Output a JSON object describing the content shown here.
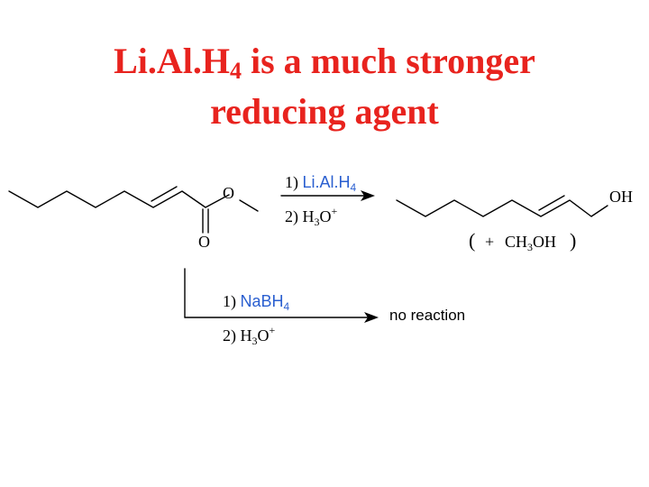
{
  "title": {
    "line1_part1": "Li.Al.H",
    "line1_sub": "4",
    "line1_part2": " is a much stronger",
    "line2": "reducing agent"
  },
  "reaction1": {
    "step1_prefix": "1) ",
    "step1_reagent": "Li.Al.H",
    "step1_sub": "4",
    "step2_text": "2) H",
    "step2_sub": "3",
    "step2_o": "O",
    "step2_sup": "+",
    "reactant_ester_o": "O",
    "reactant_carbonyl_o": "O",
    "product_oh": "OH",
    "byproduct_open": "(",
    "byproduct_plus": "+",
    "byproduct_ch": "CH",
    "byproduct_sub": "3",
    "byproduct_oh": "OH",
    "byproduct_close": ")"
  },
  "reaction2": {
    "step1_prefix": "1) ",
    "step1_reagent": "NaBH",
    "step1_sub": "4",
    "step2_text": "2) H",
    "step2_sub": "3",
    "step2_o": "O",
    "step2_sup": "+",
    "result": "no reaction"
  },
  "colors": {
    "title": "#e8231e",
    "reagent": "#2a5fd0",
    "line": "#000000"
  }
}
